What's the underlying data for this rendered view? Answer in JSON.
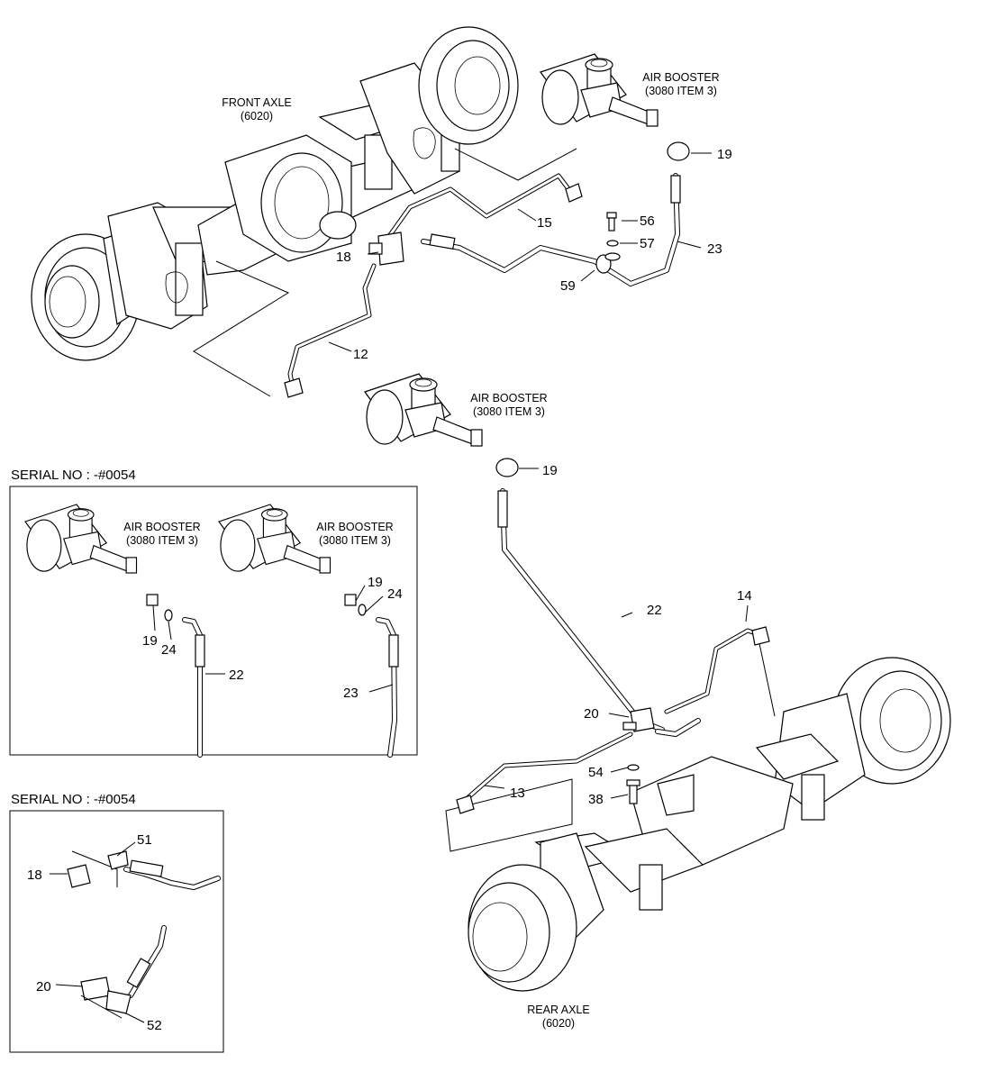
{
  "labels": {
    "front_axle": "FRONT AXLE",
    "front_axle_ref": "(6020)",
    "rear_axle": "REAR AXLE",
    "rear_axle_ref": "(6020)",
    "air_booster": "AIR BOOSTER",
    "air_booster_ref": "(3080 ITEM 3)",
    "serial_no": "SERIAL NO : -#0054"
  },
  "callouts": {
    "c12": "12",
    "c13": "13",
    "c14": "14",
    "c15": "15",
    "c18": "18",
    "c19": "19",
    "c20": "20",
    "c22": "22",
    "c23": "23",
    "c24": "24",
    "c38": "38",
    "c51": "51",
    "c52": "52",
    "c54": "54",
    "c56": "56",
    "c57": "57",
    "c59": "59"
  }
}
